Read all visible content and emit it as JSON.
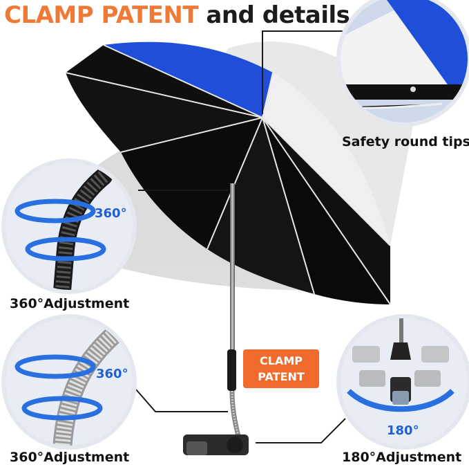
{
  "header": {
    "title_highlight": "CLAMP PATENT",
    "title_rest": "and details"
  },
  "callouts": {
    "tips_label": "Safety round tips",
    "neck_label": "360°Adjustment",
    "neck_degree": "360°",
    "hose_label": "360°Adjustment",
    "hose_degree": "360°",
    "clamp_label": "180°Adjustment",
    "clamp_degree": "180°"
  },
  "badge": {
    "line1": "CLAMP",
    "line2": "PATENT"
  },
  "colors": {
    "accent_orange": "#ee7a35",
    "badge_orange": "#f06b2b",
    "umbrella_blue": "#1f4fd8",
    "umbrella_black": "#0d0d0d",
    "ring_blue": "#2a6fe0"
  }
}
